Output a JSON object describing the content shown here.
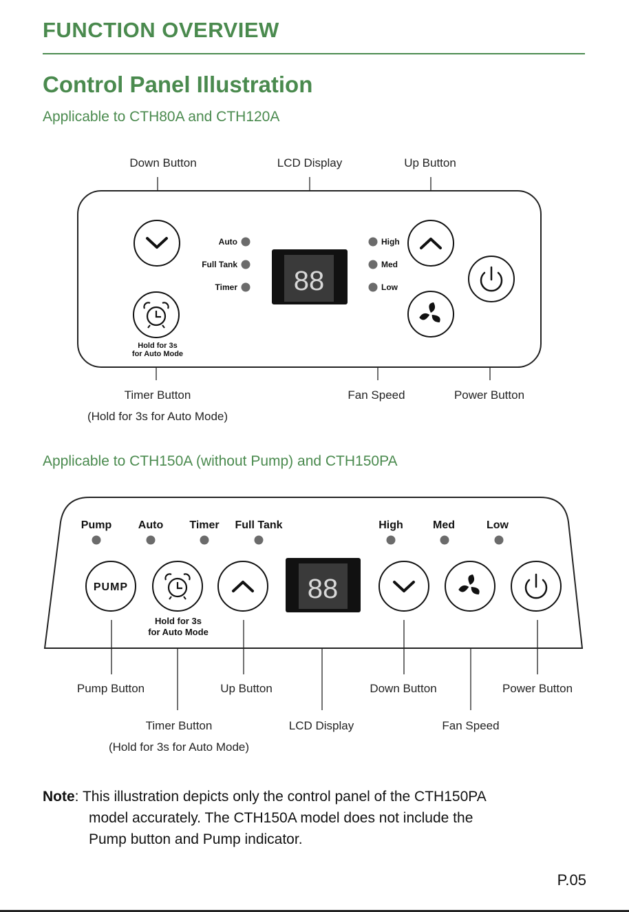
{
  "header": {
    "title": "FUNCTION OVERVIEW"
  },
  "section_title": "Control Panel Illustration",
  "panel1": {
    "heading": "Applicable to CTH80A and CTH120A",
    "callouts": {
      "down": "Down Button",
      "lcd": "LCD Display",
      "up": "Up Button",
      "timer": "Timer Button",
      "timer_sub": "(Hold for 3s for Auto Mode)",
      "fan": "Fan Speed",
      "power": "Power Button"
    },
    "indicators_left": [
      "Auto",
      "Full Tank",
      "Timer"
    ],
    "indicators_right": [
      "High",
      "Med",
      "Low"
    ],
    "hold_text_1": "Hold for 3s",
    "hold_text_2": "for Auto Mode",
    "display_digits": "88"
  },
  "panel2": {
    "heading": "Applicable to CTH150A (without Pump) and CTH150PA",
    "indicators": [
      "Pump",
      "Auto",
      "Timer",
      "Full Tank",
      "High",
      "Med",
      "Low"
    ],
    "pump_label": "PUMP",
    "hold_text_1": "Hold for 3s",
    "hold_text_2": "for Auto Mode",
    "display_digits": "88",
    "callouts": {
      "pump": "Pump Button",
      "up": "Up Button",
      "down": "Down Button",
      "power": "Power Button",
      "timer": "Timer Button",
      "timer_sub": "(Hold for 3s for Auto Mode)",
      "lcd": "LCD Display",
      "fan": "Fan Speed"
    }
  },
  "note": {
    "label": "Note",
    "line1": ": This illustration depicts only the control panel of the CTH150PA",
    "line2": "model accurately. The CTH150A model does not include the",
    "line3": "Pump button and Pump indicator."
  },
  "page_number": "P.05"
}
